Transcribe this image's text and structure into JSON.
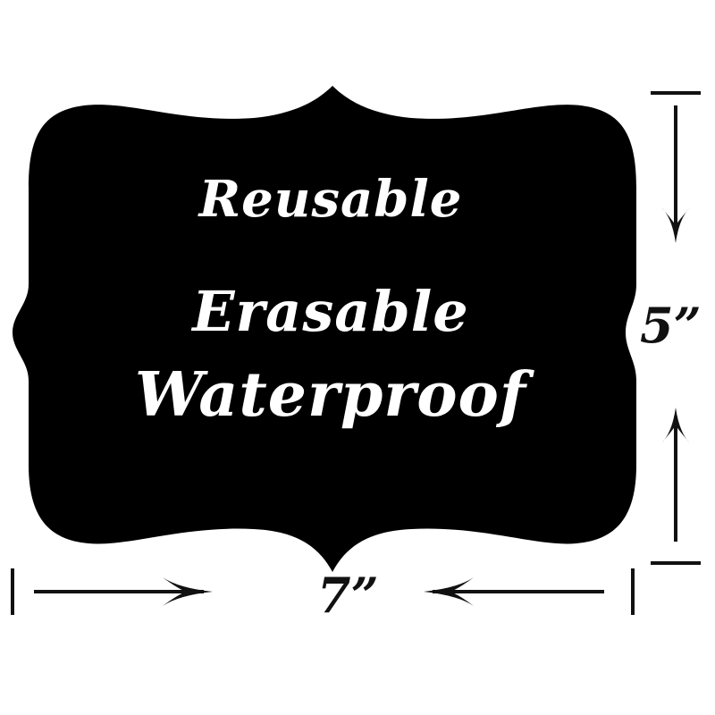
{
  "label": {
    "lines": [
      "Reusable",
      "Erasable",
      "Waterproof"
    ],
    "fill_color": "#000000",
    "text_color": "#ffffff"
  },
  "dimensions": {
    "height": "5”",
    "width": "7”",
    "line_color": "#111111"
  },
  "icons": {
    "arrow_down": "arrow-down-icon",
    "arrow_up": "arrow-up-icon",
    "arrow_right": "arrow-right-icon",
    "arrow_left": "arrow-left-icon"
  }
}
